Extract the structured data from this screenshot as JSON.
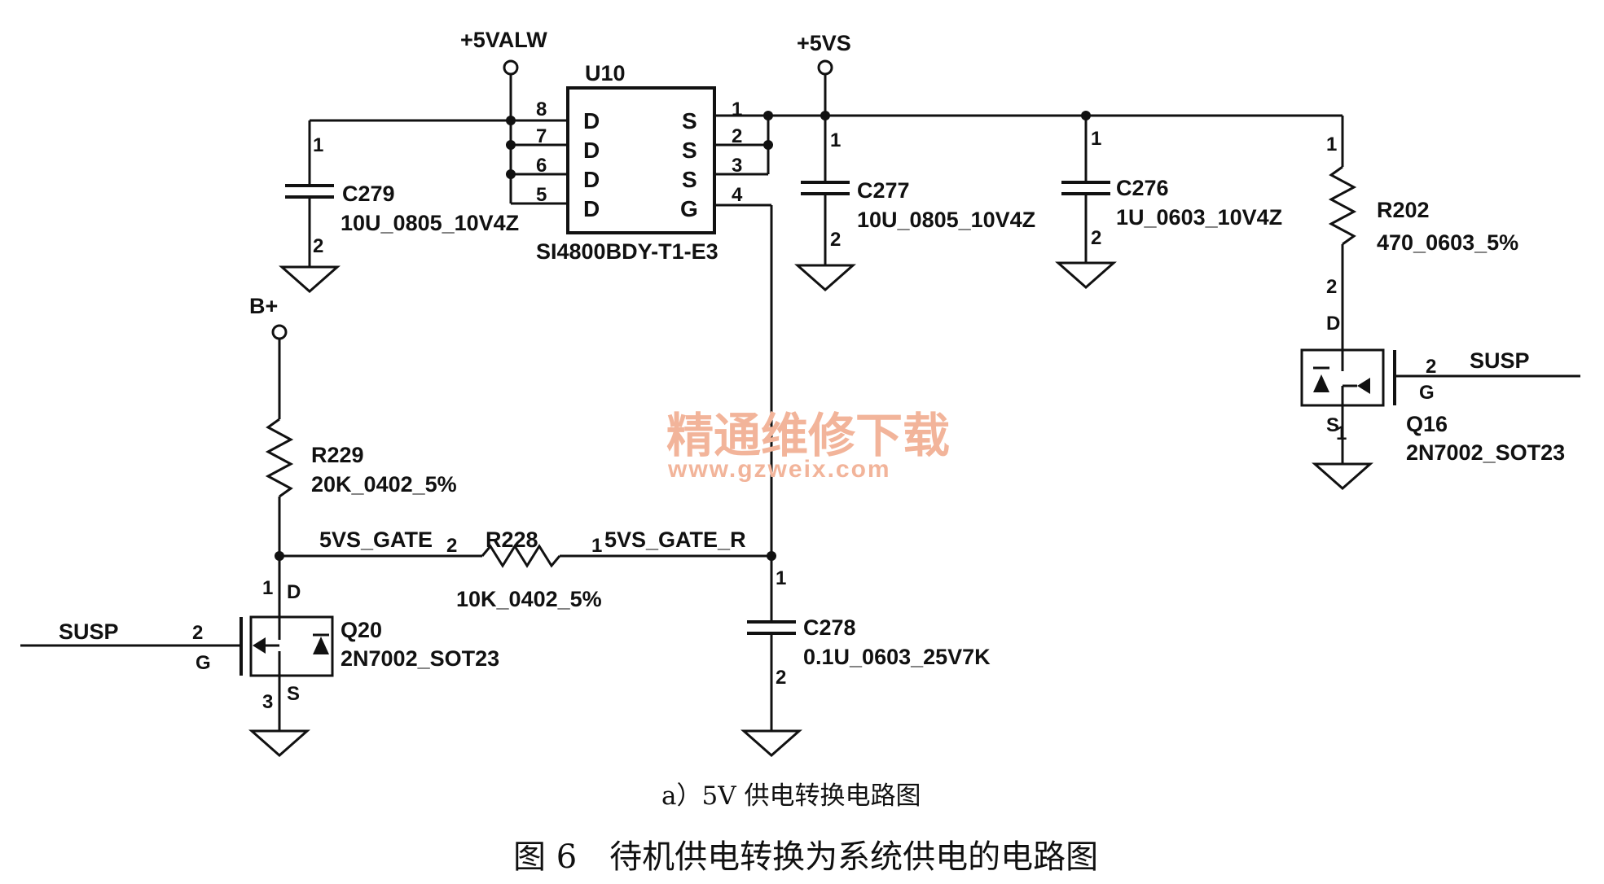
{
  "nets": {
    "p5valw": "+5VALW",
    "p5vs": "+5VS",
    "bplus": "B+",
    "gate": "5VS_GATE",
    "gate_r": "5VS_GATE_R",
    "susp_left": "SUSP",
    "susp_right": "SUSP"
  },
  "u10": {
    "ref": "U10",
    "part": "SI4800BDY-T1-E3",
    "left_pins": [
      {
        "num": "8",
        "name": "D"
      },
      {
        "num": "7",
        "name": "D"
      },
      {
        "num": "6",
        "name": "D"
      },
      {
        "num": "5",
        "name": "D"
      }
    ],
    "right_pins": [
      {
        "num": "1",
        "name": "S"
      },
      {
        "num": "2",
        "name": "S"
      },
      {
        "num": "3",
        "name": "S"
      },
      {
        "num": "4",
        "name": "G"
      }
    ]
  },
  "c279": {
    "ref": "C279",
    "value": "10U_0805_10V4Z",
    "pin1": "1",
    "pin2": "2"
  },
  "c277": {
    "ref": "C277",
    "value": "10U_0805_10V4Z",
    "pin1": "1",
    "pin2": "2"
  },
  "c276": {
    "ref": "C276",
    "value": "1U_0603_10V4Z",
    "pin1": "1",
    "pin2": "2"
  },
  "c278": {
    "ref": "C278",
    "value": "0.1U_0603_25V7K",
    "pin1": "1",
    "pin2": "2"
  },
  "r202": {
    "ref": "R202",
    "value": "470_0603_5%",
    "pin1": "1",
    "pin2": "2"
  },
  "r229": {
    "ref": "R229",
    "value": "20K_0402_5%"
  },
  "r228": {
    "ref": "R228",
    "value": "10K_0402_5%",
    "pin1": "1",
    "pin2": "2"
  },
  "q16": {
    "ref": "Q16",
    "value": "2N7002_SOT23",
    "d": "D",
    "g": "G",
    "s": "S",
    "pin_g": "2",
    "pin_s": "1"
  },
  "q20": {
    "ref": "Q20",
    "value": "2N7002_SOT23",
    "d": "D",
    "g": "G",
    "s": "S",
    "pin_d": "1",
    "pin_g": "2",
    "pin_s": "3"
  },
  "watermark": {
    "cn": "精通维修下载",
    "url": "www.gzweix.com"
  },
  "captions": {
    "sub": "a）5V 供电转换电路图",
    "figure": "图 6　待机供电转换为系统供电的电路图"
  }
}
